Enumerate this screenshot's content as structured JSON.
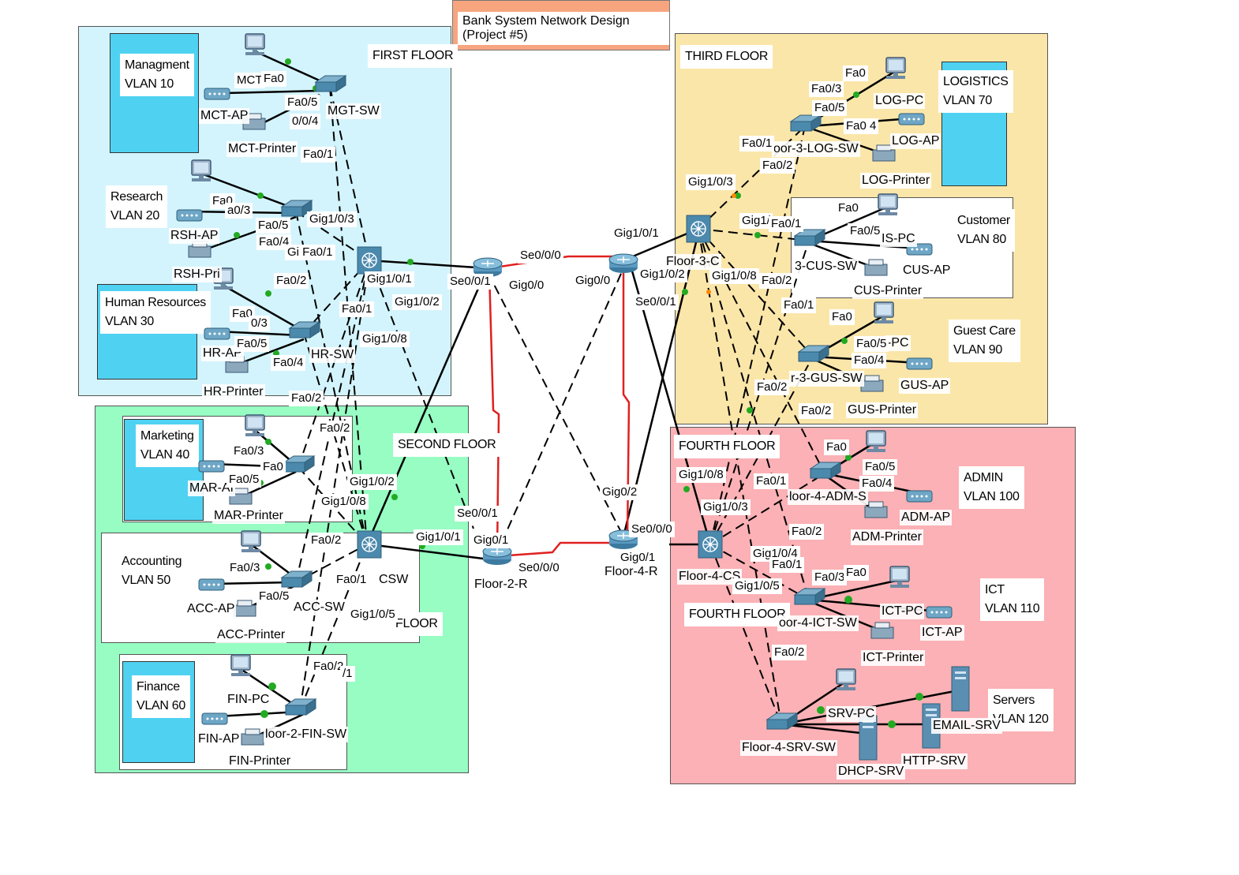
{
  "title": "Bank System Network Design (Project #5)",
  "floors": {
    "first": "FIRST FLOOR",
    "second": "SECOND FLOOR",
    "third": "THIRD FLOOR",
    "fourth": "FOURTH FLOOR",
    "fourth_b": "FOURTH FLOOR",
    "second_b": "FLOOR"
  },
  "vlans": {
    "mgmt": {
      "name": "Managment",
      "vlan": "VLAN 10"
    },
    "rsh": {
      "name": "Research",
      "vlan": "VLAN 20"
    },
    "hr": {
      "name": "Human Resources",
      "vlan": "VLAN 30"
    },
    "mar": {
      "name": "Marketing",
      "vlan": "VLAN 40"
    },
    "acc": {
      "name": "Accounting",
      "vlan": "VLAN 50"
    },
    "fin": {
      "name": "Finance",
      "vlan": "VLAN 60"
    },
    "log": {
      "name": "LOGISTICS",
      "vlan": "VLAN 70"
    },
    "cus": {
      "name": "Customer",
      "vlan": "VLAN 80"
    },
    "gus": {
      "name": "Guest Care",
      "vlan": "VLAN 90"
    },
    "adm": {
      "name": "ADMIN",
      "vlan": "VLAN 100"
    },
    "ict": {
      "name": "ICT",
      "vlan": "VLAN 110"
    },
    "srv": {
      "name": "Servers",
      "vlan": "VLAN 120"
    }
  },
  "devices": {
    "mct_ap": "MCT-AP",
    "mct_printer": "MCT-Printer",
    "mgt_sw": "MGT-SW",
    "rsh_ap": "RSH-AP",
    "rsh_printer": "RSH-Pri",
    "hr_ap": "HR-AP",
    "hr_printer": "HR-Printer",
    "hr_sw": "HR-SW",
    "mar_ap": "MAR-AI",
    "mar_printer": "MAR-Printer",
    "acc_ap": "ACC-AP",
    "acc_printer": "ACC-Printer",
    "acc_sw": "ACC-SW",
    "fin_pc": "FIN-PC",
    "fin_ap": "FIN-AP",
    "fin_printer": "FIN-Printer",
    "fin_sw": "loor-2-FIN-SW",
    "floor2_csw": "CSW",
    "floor2_r": "Floor-2-R",
    "log_pc": "LOG-PC",
    "log_ap": "LOG-AP",
    "log_printer": "LOG-Printer",
    "log_sw": "oor-3-LOG-SW",
    "cus_pc": "IS-PC",
    "cus_ap": "CUS-AP",
    "cus_printer": "CUS-Printer",
    "cus_sw": "3-CUS-SW",
    "gus_pc": "-PC",
    "gus_ap": "GUS-AP",
    "gus_printer": "GUS-Printer",
    "gus_sw": "r-3-GUS-SW",
    "adm_ap": "ADM-AP",
    "adm_printer": "ADM-Printer",
    "adm_sw": "loor-4-ADM-S",
    "ict_pc": "ICT-PC",
    "ict_ap": "ICT-AP",
    "ict_printer": "ICT-Printer",
    "ict_sw": "oor-4-ICT-SW",
    "srv_pc": "SRV-PC",
    "srv_sw": "Floor-4-SRV-SW",
    "dhcp_srv": "DHCP-SRV",
    "http_srv": "HTTP-SRV",
    "email_srv": "EMAIL-SRV",
    "floor4_cs": "Floor-4-CS",
    "floor4_r": "Floor-4-R",
    "floor3_csw": "Floor-3-C"
  },
  "ports": {
    "p1": "Fa0",
    "p2": "MCT",
    "p3": "Fa0/5",
    "p4": "0/0/4",
    "p5": "Fa0/1",
    "p6": "Fa0",
    "p7": "a0/3",
    "p8": "Fa0/5",
    "p9": "Fa0/4",
    "p10": "Gi Fa0/1",
    "p11": "Gig1/0/3",
    "p12": "Fa0/2",
    "p13": "Gig1/0/1",
    "p14": "Gig1/0/2",
    "p15": "Fa0",
    "p16": "0/3",
    "p17": "Fa0/5",
    "p18": "Fa0/4",
    "p19": "Fa0/1",
    "p20": "Gig1/0/8",
    "p21": "Fa0/2",
    "p22": "Fa0/2",
    "p23": "Fa0/3",
    "p24": "Fa0",
    "p25": "Fa0/5",
    "p26": "Gig1/0/2",
    "p27": "Gig1/0/8",
    "p28": "Fa0/2",
    "p29": "Gig1/0/1",
    "p30": "Fa0/1",
    "p31": "Gig1/0/5",
    "p32": "Fa0/3",
    "p33": "Fa0/5",
    "p34": "Fa0/2",
    "p35": "/1",
    "p36": "Se0/0/0",
    "p37": "Se0/0/1",
    "p38": "Gig0/0",
    "p39": "Se0/0/1",
    "p40": "Gig0/1",
    "p41": "Se0/0/0",
    "p42": "Gig0/1",
    "p43": "Se0/0/1",
    "p44": "Gig0/0",
    "p45": "Gig1/0/1",
    "p46": "Gig1/0/2",
    "p47": "Se0/0/1",
    "p48": "Gig0/2",
    "p49": "Se0/0/0",
    "p50": "Gig0/1",
    "p51": "Gig1/0/3",
    "p52": "Fa0/1",
    "p53": "Fa0/2",
    "p54": "Fa0/3",
    "p55": "Fa0",
    "p56": "Fa0/5",
    "p57": "Fa0 4",
    "p58": "Gig1/",
    "p59": "Fa0/1",
    "p60": "Gig1/0/8",
    "p61": "Fa0/2",
    "p62": "Fa0",
    "p63": "Fa0/5",
    "p64": "Fa0/1",
    "p65": "Fa0",
    "p66": "Fa0/5",
    "p67": "Fa0/4",
    "p68": "Fa0/2",
    "p69": "Fa0/2",
    "p70": "Gig1/0/8",
    "p71": "Gig1/0/3",
    "p72": "Fa0/1",
    "p73": "Fa0",
    "p74": "Fa0/5",
    "p75": "Fa0/4",
    "p76": "Fa0/2",
    "p77": "Gig1/0/4",
    "p78": "Fa0/1",
    "p79": "Gig1/0/5",
    "p80": "Fa0/3",
    "p81": "Fa0",
    "p82": "Fa0/2"
  }
}
